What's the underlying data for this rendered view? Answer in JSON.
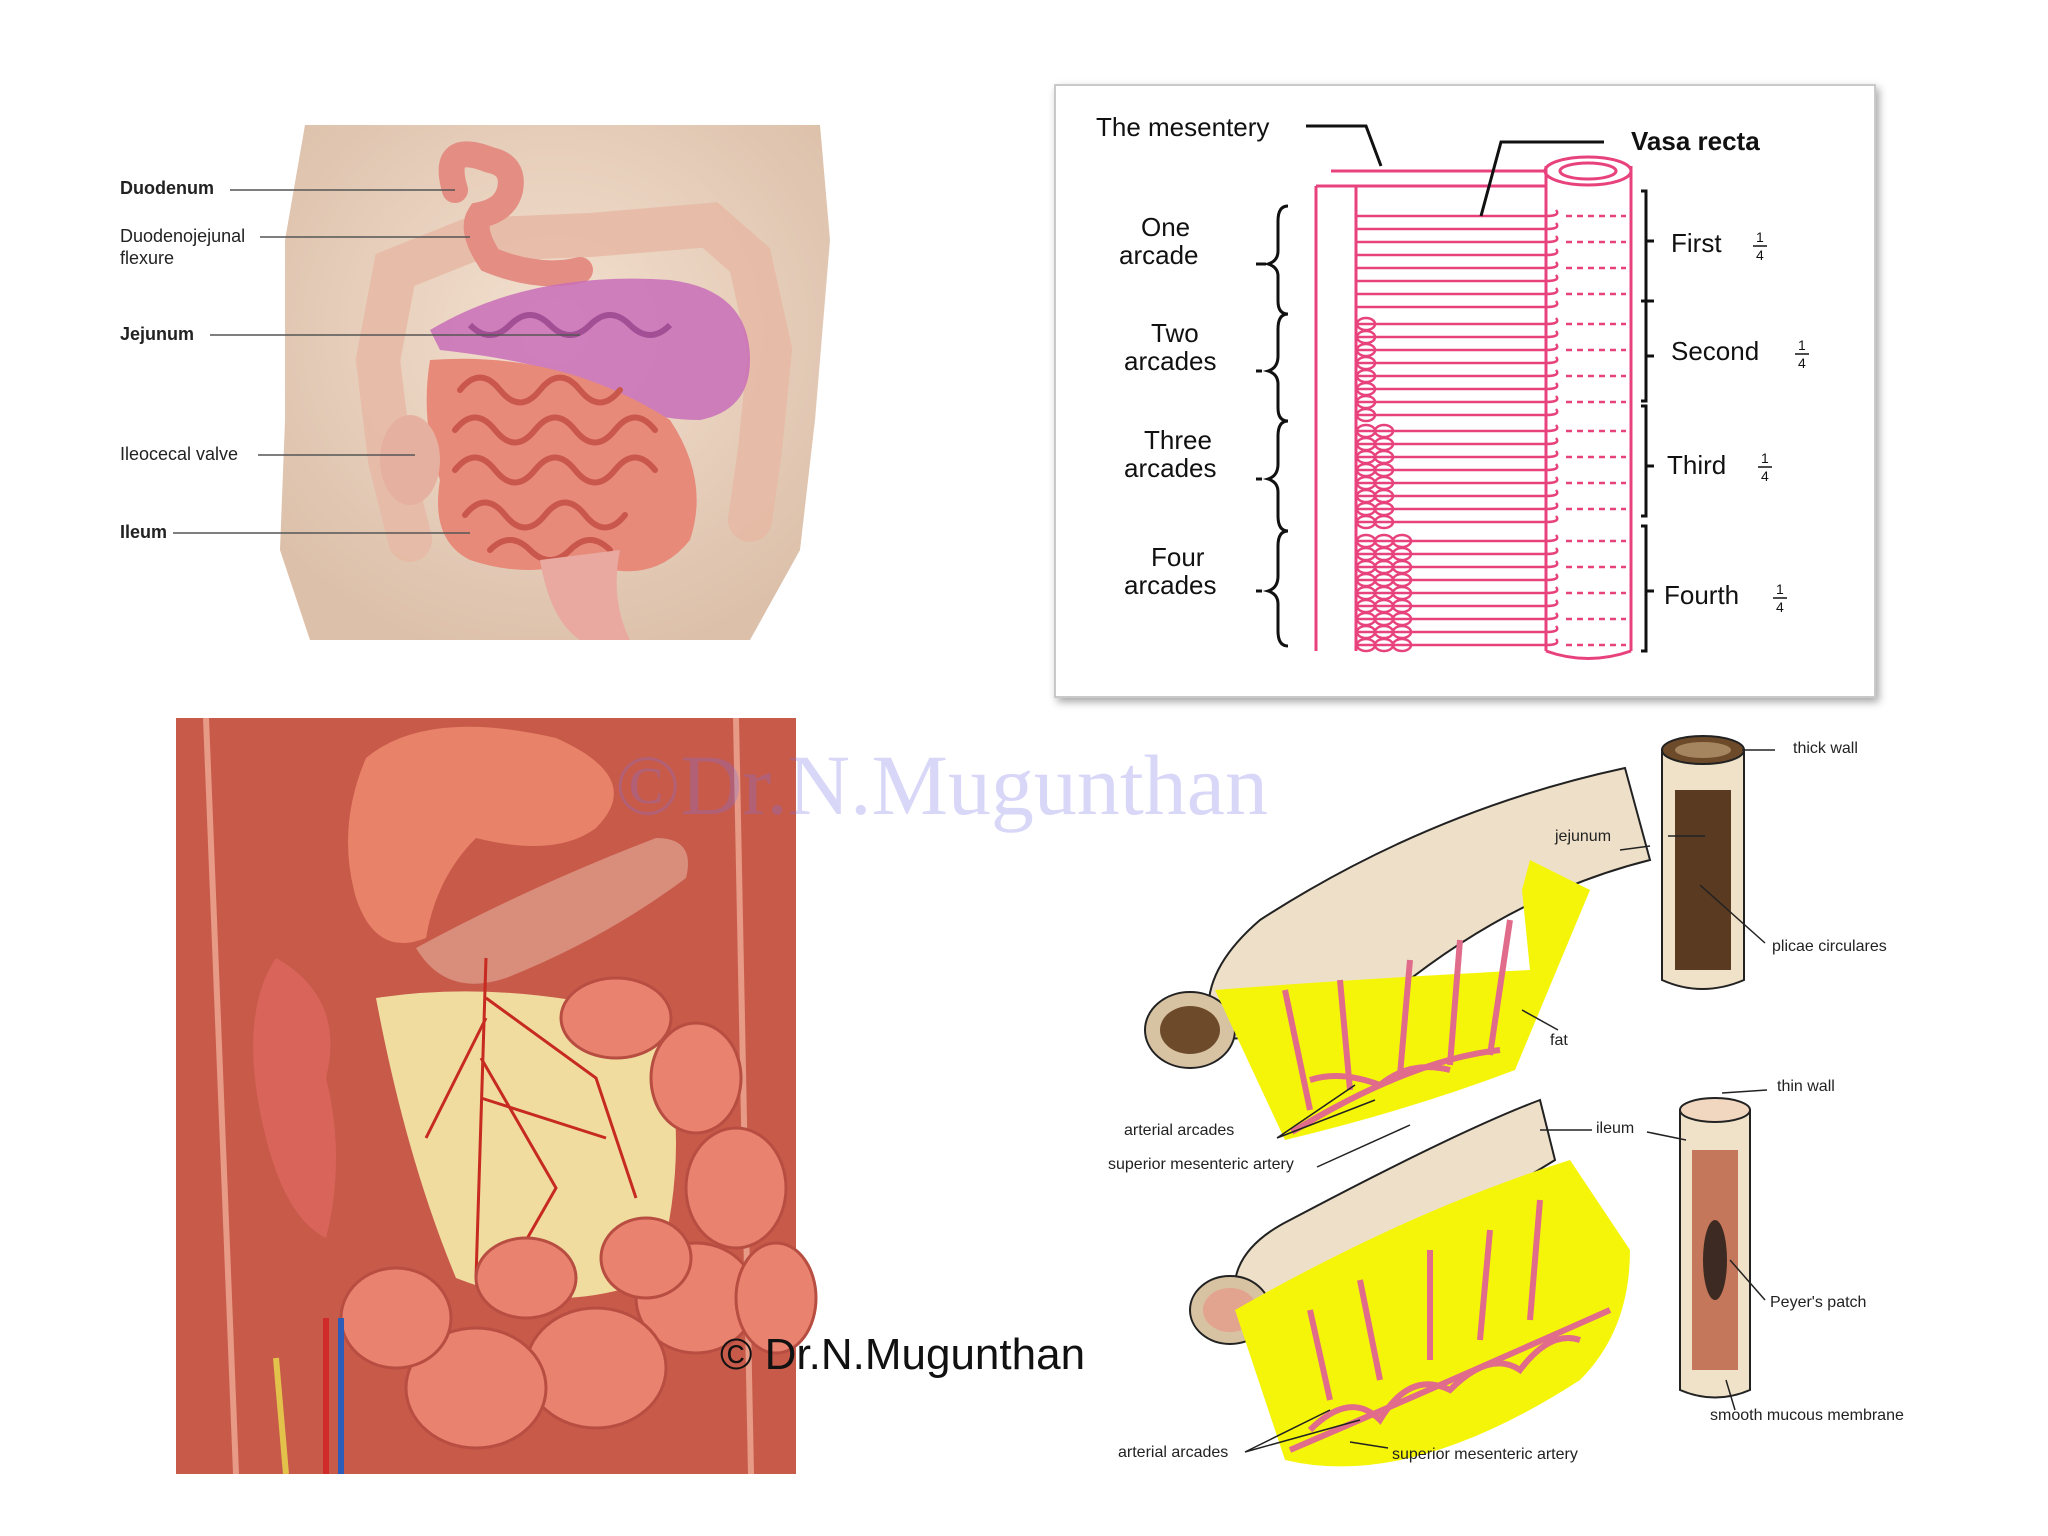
{
  "panel_top_left": {
    "labels": {
      "duodenum": "Duodenum",
      "dj_flexure_1": "Duodenojejunal",
      "dj_flexure_2": "flexure",
      "jejunum": "Jejunum",
      "ileocecal": "Ileocecal valve",
      "ileum": "Ileum"
    }
  },
  "panel_top_right": {
    "mesentery": "The mesentery",
    "vasa_recta": "Vasa  recta",
    "rows": [
      {
        "left_1": "One",
        "left_2": "arcade",
        "right": "First",
        "frac_num": "1",
        "frac_den": "4"
      },
      {
        "left_1": "Two",
        "left_2": "arcades",
        "right": "Second",
        "frac_num": "1",
        "frac_den": "4"
      },
      {
        "left_1": "Three",
        "left_2": "arcades",
        "right": "Third",
        "frac_num": "1",
        "frac_den": "4"
      },
      {
        "left_1": "Four",
        "left_2": "arcades",
        "right": "Fourth",
        "frac_num": "1",
        "frac_den": "4"
      }
    ]
  },
  "panel_bottom_right": {
    "thick_wall": "thick wall",
    "jejunum": "jejunum",
    "plicae": "plicae circulares",
    "fat": "fat",
    "arterial_arcades_top": "arterial arcades",
    "sma_top": "superior mesenteric artery",
    "thin_wall": "thin wall",
    "ileum": "ileum",
    "peyers": "Peyer's patch",
    "smooth": "smooth mucous membrane",
    "arterial_arcades_bottom": "arterial arcades",
    "sma_bottom": "superior mesenteric artery"
  },
  "watermark": "©Dr.N.Mugunthan",
  "copyright": "© Dr.N.Mugunthan",
  "colors": {
    "vessel_pink": "#e8427c",
    "fat_yellow": "#f5f50a",
    "intestine_pink": "#e88a7a",
    "jejunum_purple": "#c86fb8",
    "skin": "#ecd6c4"
  }
}
